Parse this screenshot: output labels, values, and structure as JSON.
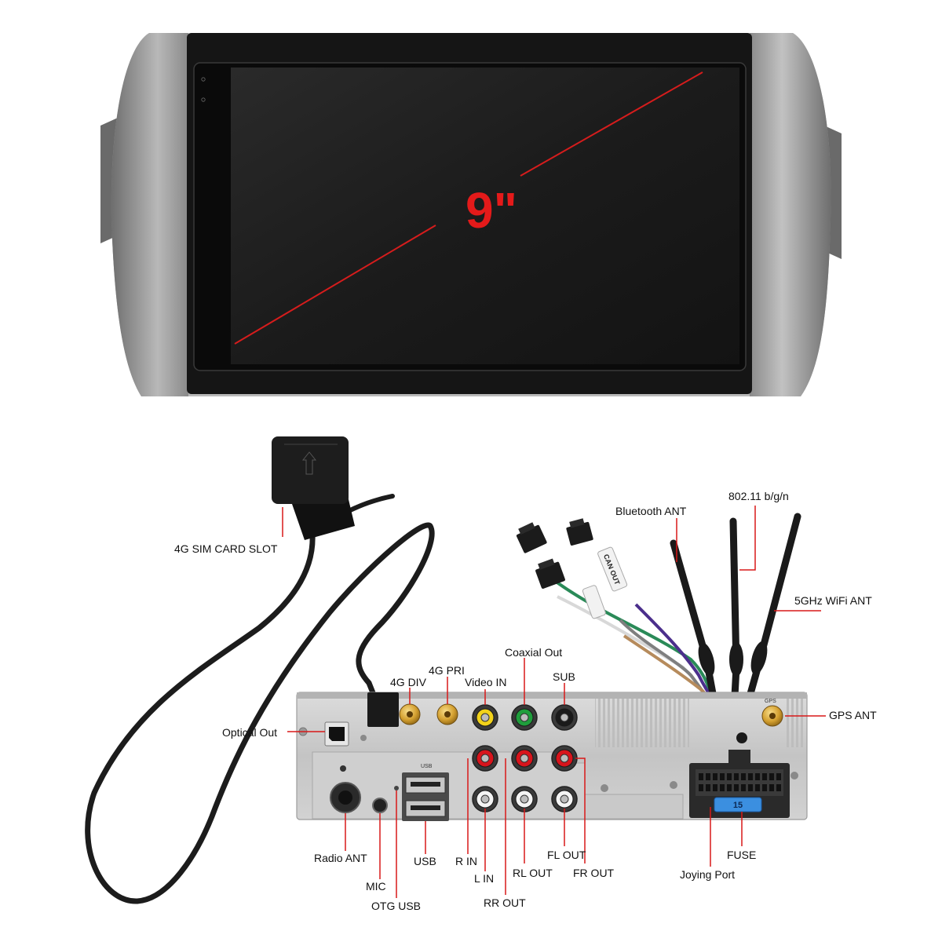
{
  "screen": {
    "size_label": "9\"",
    "label_color": "#e41a1a",
    "diagonal_color": "#d61c1c"
  },
  "labels": {
    "sim_card_slot": "4G SIM CARD SLOT",
    "bluetooth_ant": "Bluetooth ANT",
    "wifi_standard": "802.11 b/g/n",
    "wifi_5ghz_ant": "5GHz WiFi ANT",
    "gps_ant": "GPS ANT",
    "coaxial_out": "Coaxial Out",
    "fourg_pri": "4G PRI",
    "fourg_div": "4G DIV",
    "video_in": "Video IN",
    "sub": "SUB",
    "optical_out": "Optical Out",
    "radio_ant": "Radio ANT",
    "mic": "MIC",
    "otg_usb": "OTG USB",
    "usb": "USB",
    "r_in": "R IN",
    "l_in": "L IN",
    "rr_out": "RR OUT",
    "rl_out": "RL OUT",
    "fl_out": "FL OUT",
    "fr_out": "FR OUT",
    "joying_port": "Joying Port",
    "fuse": "FUSE"
  },
  "parts": {
    "fuse_rating": "15",
    "can_out_tag": "CAN OUT",
    "usb_marking": "USB",
    "gps_marking": "GPS"
  },
  "colors": {
    "rca_yellow": "#f2d21a",
    "rca_green": "#1f9e3c",
    "rca_red": "#d8141c",
    "rca_white": "#f4f4f4",
    "fuse_blue": "#3b8fe0",
    "gold": "#d4a030",
    "leader": "#d81818"
  }
}
